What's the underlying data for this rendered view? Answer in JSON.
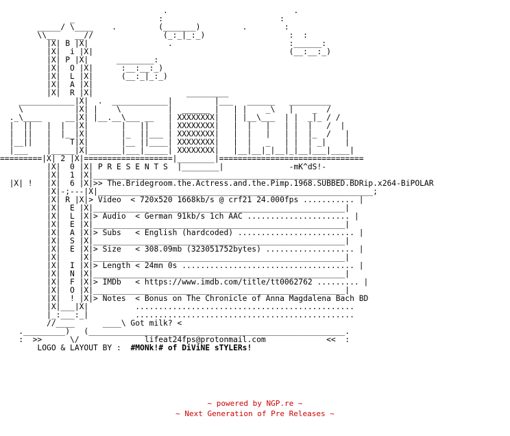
{
  "nfo": {
    "art": "                                   .                           .\n               _                  :                         :\n        _____/ \\____    .         (_______)         .        :\n        \\\\__    __//               (_:_|_:_)                  :  :\n          |X| B |X|                 .                         :______:\n          |X|  i |X|                                          (__:__:_)\n          |X| P |X|      ________:\n          |X|  O |X|      :__:__:_)\n          |X|  L |X|      (__:_|_:_)\n          |X|  A |X|\n          |X|  R |X|                    _________\n    ____________|X|  .  ____________|         |___   ______   _________\n    \\           |X| |    \\          |  ______ |   | |    _\\   |    _  /\n  ._\\____     __|X| |__.__\\___ __   | XXXXXXXX|   | |__\\___  | |  _|_ / /\n  |  ||   |  |  |X|       |   ||    | XXXXXXXX|   |  |   |   | |  |   /  |\n  |  ||   |  |_ |X|       |_  ||___ | XXXXXXXX|   |  |   |   | |  |_  /   |\n  |__||   |    T|X|       |__ ||____| XXXXXXXX|   |  |   _   | |  | _|    |\n  |___    |_____|X|_______|___|_____| XXXXXXXX|   |__|__|_|__|_|__|___|____|\n=========|X| 2 |X|===================|________|===============================\n          |X|  0 |X| P R E S E N T S  |________|              -mK^dS!-\n          |X|  1 |X|________________________________________________________\n  |X| !   |X|  6 |X|>> The.Bridegroom.the.Actress.and.the.Pimp.1968.SUBBED.BDRip.x264-BiPOLAR\n          |X|-;---|X|___________________________________________________________;\n          |X| R |X|> Video  < 720x520 1668kb/s @ crf21 24.000fps ........... |\n          |X|  E |X|______________________________________________________|\n          |X|  L |X|> Audio  < German 91kb/s 1ch AAC ...................... |\n          |X|  E |X|______________________________________________________|\n          |X|  A |X|> Subs   < English (hardcoded) ......................... |\n          |X|  S |X|______________________________________________________|\n          |X|  E |X|> Size   < 308.09mb (323051752bytes) ................... |\n          |X|    |X|______________________________________________________|\n          |X|  I |X|> Length < 24mn 0s ..................................... |\n          |X|  N |X|______________________________________________________|\n          |X|  F |X|> IMDb   < https://www.imdb.com/title/tt0062762 ......... |\n          |X|  O |X|______________________________________________________|\n          |X|  ! |X|> Notes  < Bonus on The Chronicle of Anna Magdalena Bach BD\n          |X|___|X|          ...............................................\n          |_:___:_|          ...............................................\n          //____      ____\\ Got milk? <\n    ._________)   (_______________________________________________________.\n    :  >>      \\/              lifeat24fps@protonmail.com             <<  :\n",
    "credits_label": "        LOGO & LAYOUT BY :  ",
    "credits_group": "#MONk!# of DiViNE sTYLERs!"
  },
  "footer": {
    "line1": "~ powered by NGP.re ~",
    "line2": "~ Next Generation of Pre Releases ~"
  },
  "colors": {
    "text": "#000000",
    "footer": "#cc0000",
    "background": "#ffffff"
  }
}
